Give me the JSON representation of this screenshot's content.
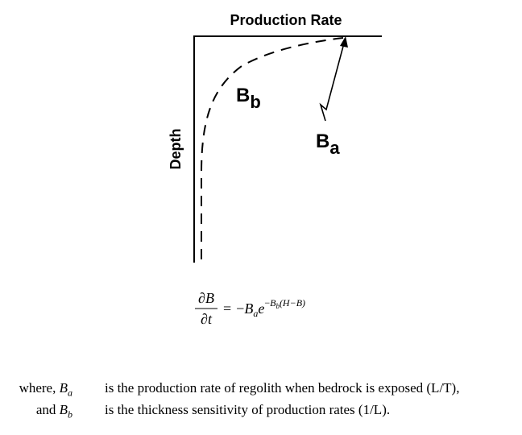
{
  "diagram": {
    "x_axis_label": "Production Rate",
    "y_axis_label": "Depth",
    "curve_label": {
      "base": "B",
      "sub": "b"
    },
    "arrow_label": {
      "base": "B",
      "sub": "a"
    }
  },
  "equation": {
    "numerator": "∂B",
    "denominator": "∂t",
    "equals": "=",
    "rhs_sign": "−",
    "rhs_coef": "B",
    "rhs_coef_sub": "a",
    "rhs_base": "e",
    "exp_sign": "−",
    "exp_var": "B",
    "exp_var_sub": "b",
    "exp_paren": "(H−B)"
  },
  "legend": [
    {
      "lead": "where,",
      "symbol": "B",
      "sub": "a",
      "description": "is the production rate of regolith when bedrock is exposed (L/T),"
    },
    {
      "lead": "and",
      "symbol": "B",
      "sub": "b",
      "description": "is the thickness sensitivity of production rates (1/L)."
    }
  ]
}
